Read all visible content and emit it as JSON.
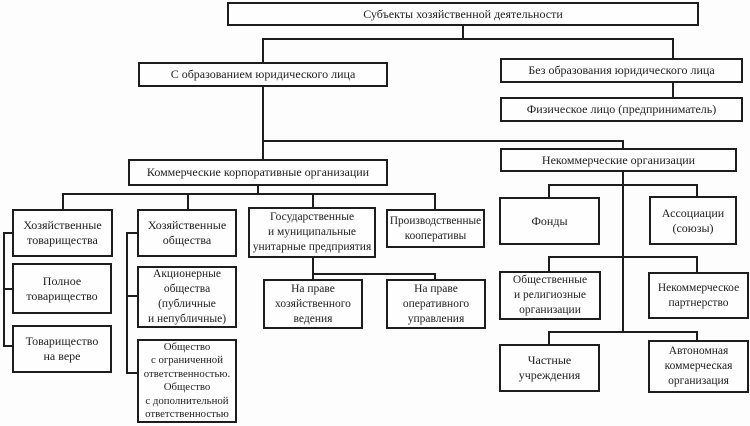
{
  "nodes": {
    "root": {
      "label": "Субъекты хозяйственной деятельности"
    },
    "with_legal": {
      "label": "С образованием юридического лица"
    },
    "without_legal": {
      "label": "Без образования юридического лица"
    },
    "individual": {
      "label": "Физическое лицо (предприниматель)"
    },
    "commercial": {
      "label": "Коммерческие корпоративные организации"
    },
    "noncommercial": {
      "label": "Некоммерческие организации"
    },
    "partnerships": {
      "label": "Хозяйственные\nтоварищества"
    },
    "companies": {
      "label": "Хозяйственные\nобщества"
    },
    "state_unitary": {
      "label": "Государственные\nи муниципальные\nунитарные предприятия"
    },
    "prod_coops": {
      "label": "Производственные\nкооперативы"
    },
    "funds": {
      "label": "Фонды"
    },
    "associations": {
      "label": "Ассоциации\n(союзы)"
    },
    "full_partnership": {
      "label": "Полное\nтоварищество"
    },
    "limited_partnership": {
      "label": "Товарищество\nна вере"
    },
    "joint_stock": {
      "label": "Акционерные\nобщества\n(публичные\nи непубличные)"
    },
    "llc": {
      "label": "Общество\nс ограниченной\nответственностью.\nОбщество\nс дополнительной\nответственностью"
    },
    "econ_management": {
      "label": "На праве\nхозяйственного\nведения"
    },
    "operational_management": {
      "label": "На праве\nоперативного\nуправления"
    },
    "public_religious": {
      "label": "Общественные\nи религиозные\nорганизации"
    },
    "noncommercial_partnership": {
      "label": "Некоммерческое\nпартнерство"
    },
    "private_institutions": {
      "label": "Частные\nучреждения"
    },
    "autonomous": {
      "label": "Автономная\nкоммерческая\nорганизация"
    }
  },
  "colors": {
    "line": "#1d1d1d",
    "box_border": "#1d1d1d",
    "text": "#1d1d1d",
    "background": "#fdfdfd"
  }
}
